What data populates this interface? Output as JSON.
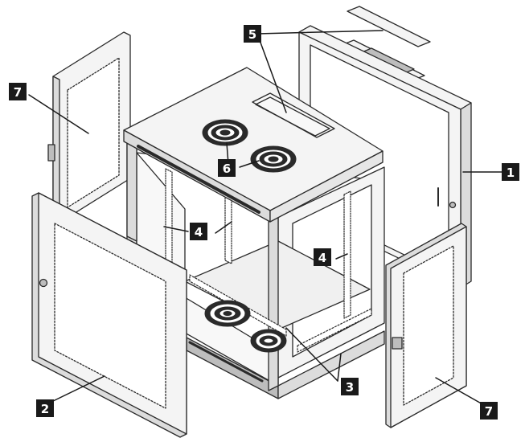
{
  "colors": {
    "line": "#2a2a2a",
    "panel": "#f4f4f4",
    "panel_dark": "#dcdcdc",
    "shade": "#bdbdbd",
    "callout_bg": "#1a1a1a",
    "callout_fg": "#ffffff"
  },
  "callouts": [
    {
      "id": "label-1",
      "text": "1"
    },
    {
      "id": "label-2",
      "text": "2"
    },
    {
      "id": "label-3",
      "text": "3"
    },
    {
      "id": "label-4a",
      "text": "4"
    },
    {
      "id": "label-4b",
      "text": "4"
    },
    {
      "id": "label-5",
      "text": "5"
    },
    {
      "id": "label-6",
      "text": "6"
    },
    {
      "id": "label-7a",
      "text": "7"
    },
    {
      "id": "label-7b",
      "text": "7"
    }
  ]
}
